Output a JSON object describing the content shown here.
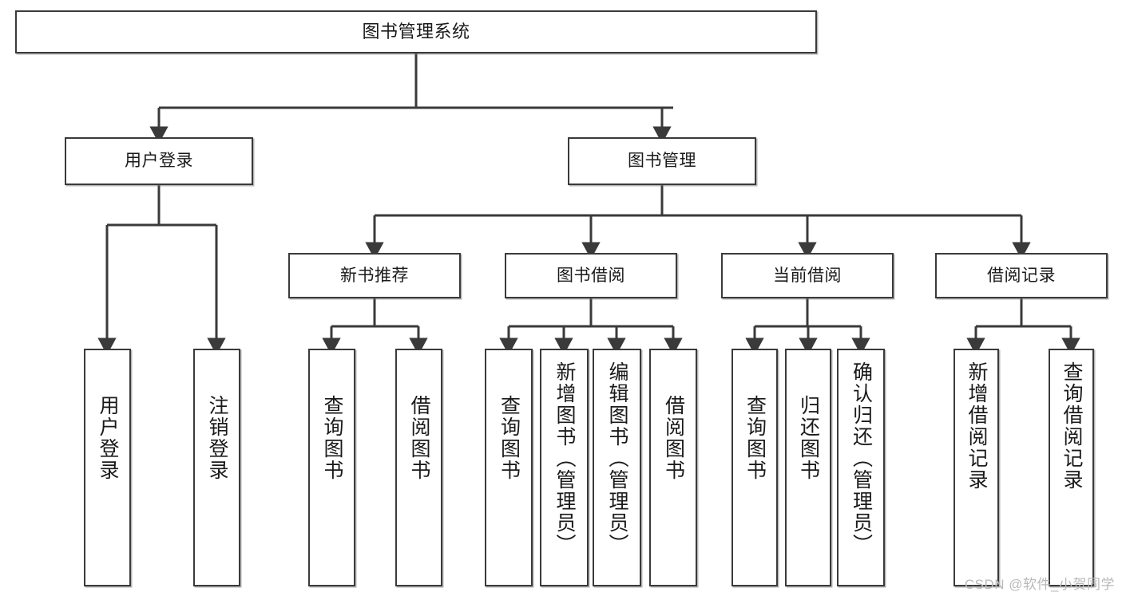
{
  "diagram": {
    "type": "tree-hierarchy",
    "title": "图书管理系统",
    "watermark": "CSDN @软件_小贺同学",
    "colors": {
      "box_border": "#3a3a3a",
      "box_fill": "#ffffff",
      "connector": "#3a3a3a",
      "text": "#1a1a1a",
      "watermark": "#b9b9b9",
      "background": "#ffffff"
    },
    "levels": {
      "root": {
        "label": "图书管理系统"
      },
      "level2": [
        {
          "id": "user-login",
          "label": "用户登录"
        },
        {
          "id": "book-management",
          "label": "图书管理"
        }
      ],
      "level3": [
        {
          "id": "new-book-recommend",
          "label": "新书推荐",
          "parent": "book-management"
        },
        {
          "id": "book-borrow",
          "label": "图书借阅",
          "parent": "book-management"
        },
        {
          "id": "current-borrow",
          "label": "当前借阅",
          "parent": "book-management"
        },
        {
          "id": "borrow-record",
          "label": "借阅记录",
          "parent": "book-management"
        }
      ],
      "leaves": [
        {
          "id": "leaf-user-login",
          "label": "用户登录",
          "parent": "user-login"
        },
        {
          "id": "leaf-logout",
          "label": "注销登录",
          "parent": "user-login"
        },
        {
          "id": "leaf-query-book-1",
          "label": "查询图书",
          "parent": "new-book-recommend"
        },
        {
          "id": "leaf-borrow-book-1",
          "label": "借阅图书",
          "parent": "new-book-recommend"
        },
        {
          "id": "leaf-query-book-2",
          "label": "查询图书",
          "parent": "book-borrow"
        },
        {
          "id": "leaf-add-book",
          "label": "新增图书（管理员）",
          "parent": "book-borrow"
        },
        {
          "id": "leaf-edit-book",
          "label": "编辑图书（管理员）",
          "parent": "book-borrow"
        },
        {
          "id": "leaf-borrow-book-2",
          "label": "借阅图书",
          "parent": "book-borrow"
        },
        {
          "id": "leaf-query-book-3",
          "label": "查询图书",
          "parent": "current-borrow"
        },
        {
          "id": "leaf-return-book",
          "label": "归还图书",
          "parent": "current-borrow"
        },
        {
          "id": "leaf-confirm-return",
          "label": "确认归还（管理员）",
          "parent": "current-borrow"
        },
        {
          "id": "leaf-add-record",
          "label": "新增借阅记录",
          "parent": "borrow-record"
        },
        {
          "id": "leaf-query-record",
          "label": "查询借阅记录",
          "parent": "borrow-record"
        }
      ]
    }
  }
}
